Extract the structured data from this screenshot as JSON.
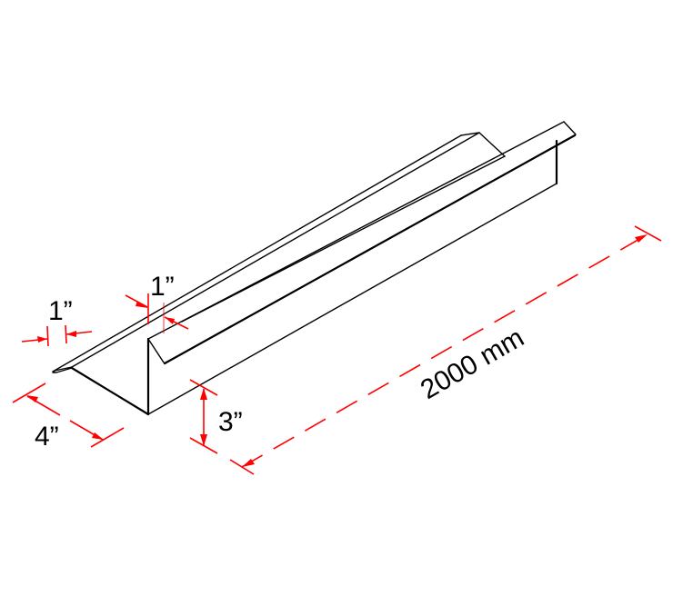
{
  "drawing": {
    "subject": "Isometric sheet-metal Z-profile with angled flange",
    "line_color": "#000000",
    "dimension_color": "#ff0000",
    "background": "#ffffff"
  },
  "dimensions": {
    "flange_width": {
      "label": "1”"
    },
    "lip_width": {
      "label": "1”"
    },
    "base_width": {
      "label": "4”"
    },
    "height": {
      "label": "3”"
    },
    "length": {
      "label": "2000 mm"
    }
  }
}
